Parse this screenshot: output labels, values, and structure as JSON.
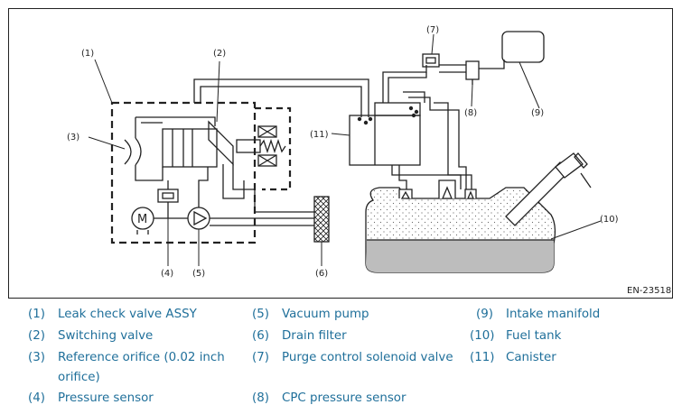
{
  "figure": {
    "code": "EN-23518",
    "callouts": [
      "(1)",
      "(2)",
      "(3)",
      "(4)",
      "(5)",
      "(6)",
      "(7)",
      "(8)",
      "(9)",
      "(10)",
      "(11)"
    ],
    "pump_symbol": "M"
  },
  "legend": [
    {
      "num": "(1)",
      "text": "Leak check valve ASSY"
    },
    {
      "num": "(2)",
      "text": "Switching valve"
    },
    {
      "num": "(3)",
      "text": "Reference orifice (0.02 inch"
    },
    {
      "num": "",
      "text": "orifice)"
    },
    {
      "num": "(4)",
      "text": "Pressure sensor"
    },
    {
      "num": "(5)",
      "text": "Vacuum pump"
    },
    {
      "num": "(6)",
      "text": "Drain filter"
    },
    {
      "num": "(7)",
      "text": "Purge control solenoid valve"
    },
    {
      "num": "(8)",
      "text": "CPC pressure sensor"
    },
    {
      "num": "(9)",
      "text": "Intake manifold"
    },
    {
      "num": "(10)",
      "text": "Fuel tank"
    },
    {
      "num": "(11)",
      "text": "Canister"
    }
  ],
  "colors": {
    "legend_text": "#1f6f9a",
    "tank_fuel": "#bdbdbd",
    "line": "#222222"
  }
}
